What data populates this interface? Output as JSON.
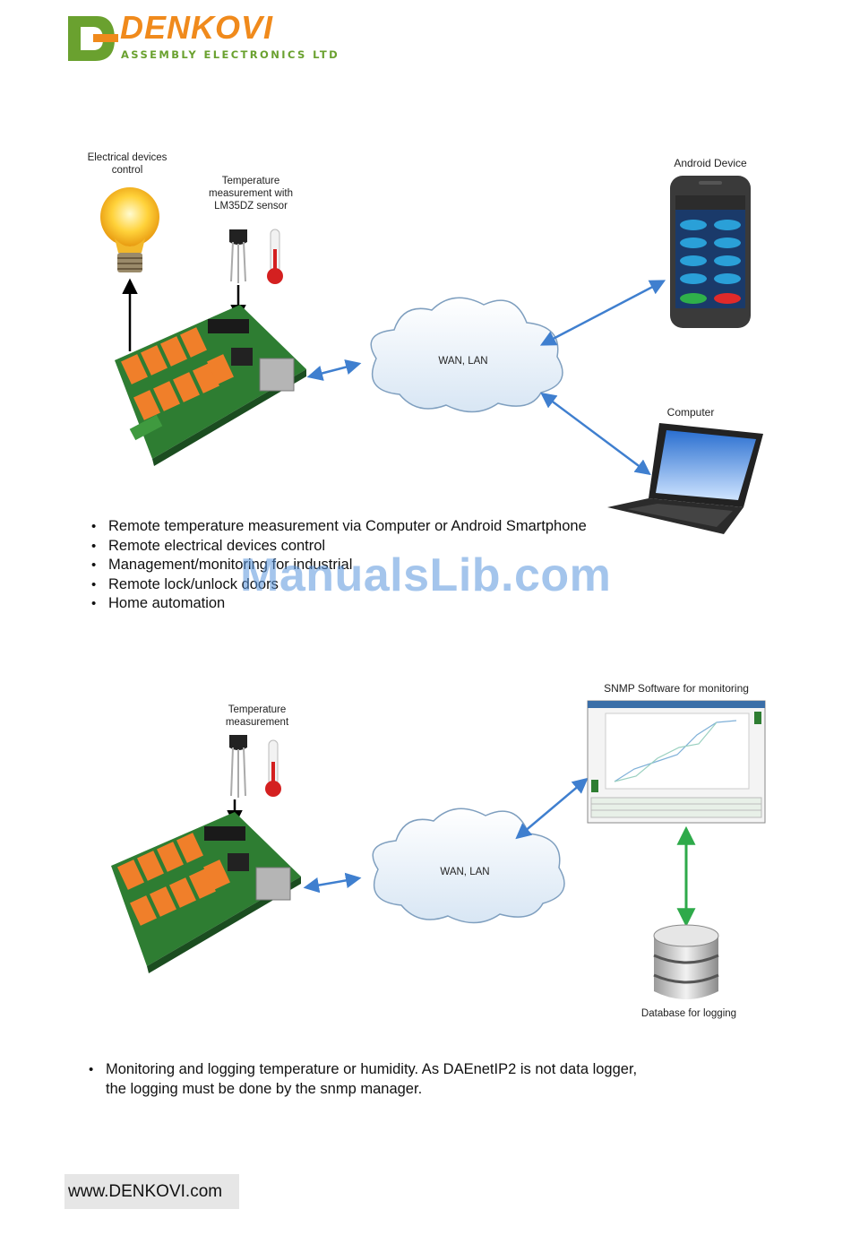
{
  "logo": {
    "name": "DENKOVI",
    "subtitle": "ASSEMBLY ELECTRONICS LTD"
  },
  "diagram1": {
    "bulb_label_line1": "Electrical devices",
    "bulb_label_line2": "control",
    "sensor_label_line1": "Temperature",
    "sensor_label_line2": "measurement with",
    "sensor_label_line3": "LM35DZ sensor",
    "cloud_label": "WAN, LAN",
    "android_label": "Android Device",
    "computer_label": "Computer"
  },
  "bullets1": [
    "Remote temperature measurement via Computer or Android Smartphone",
    "Remote electrical devices control",
    "Management/monitoring for industrial",
    "Remote lock/unlock doors",
    "Home automation"
  ],
  "watermark": "ManualsLib.com",
  "diagram2": {
    "sensor_label_line1": "Temperature",
    "sensor_label_line2": "measurement",
    "cloud_label": "WAN, LAN",
    "snmp_label": "SNMP Software for monitoring",
    "database_label": "Database for logging"
  },
  "bullets2": {
    "line1": "Monitoring and logging temperature or humidity. As DAEnetIP2 is not data logger,",
    "line2": "the logging must be done by the snmp manager."
  },
  "footer": {
    "url": "www.DENKOVI.com"
  },
  "colors": {
    "orange": "#f08a1c",
    "green": "#6aa12f",
    "arrow_blue": "#3f7fcf",
    "arrow_green": "#2eaa4a"
  }
}
